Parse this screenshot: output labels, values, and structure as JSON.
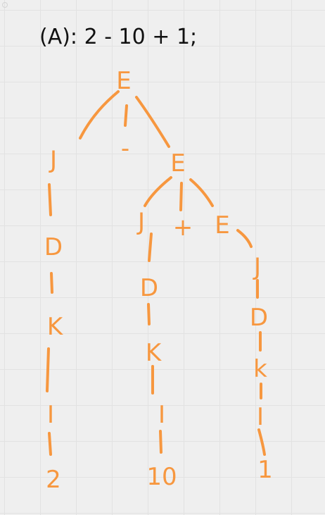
{
  "title": "(A): 2 - 10 + 1;",
  "colors": {
    "ink": "#f7973f",
    "title": "#111111",
    "background": "#efefef",
    "grid": "#e2e2e2"
  },
  "tree": {
    "root": "E",
    "root_left_child": "J",
    "root_operator": "-",
    "root_right_child": "E",
    "inner_left_child": "J",
    "inner_operator": "+",
    "inner_right_child": "E",
    "left_branch": [
      "D",
      "K",
      "I",
      "2"
    ],
    "middle_branch": [
      "D",
      "K",
      "I",
      "10"
    ],
    "right_branch": [
      "J",
      "D",
      "k",
      "I",
      "1"
    ]
  }
}
